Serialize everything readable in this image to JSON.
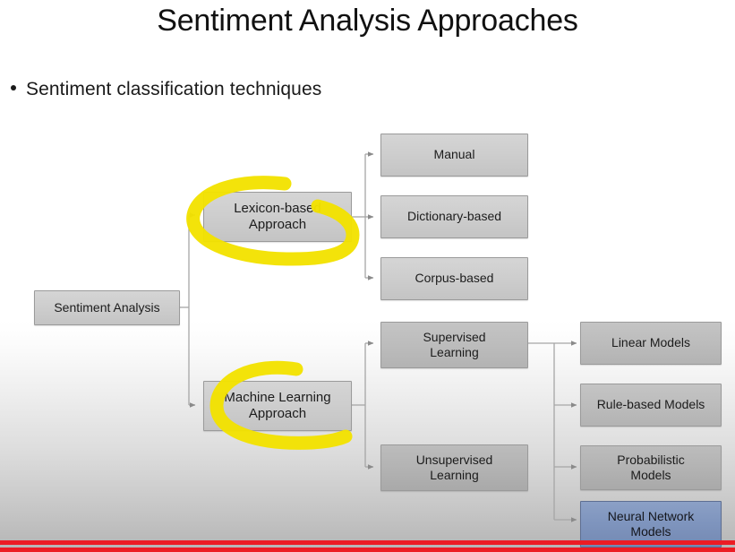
{
  "slide": {
    "title": "Sentiment Analysis Approaches",
    "bullet": "Sentiment classification techniques",
    "accent_red": "#ec1c24",
    "highlight_yellow": "#f5e400",
    "selected_blue": "#8196bf"
  },
  "diagram": {
    "root": {
      "label": "Sentiment Analysis"
    },
    "level1": [
      {
        "label": "Lexicon-based Approach",
        "line1": "Lexicon-based",
        "line2": "Approach",
        "highlighted": "yes"
      },
      {
        "label": "Machine Learning Approach",
        "line1": "Machine Learning",
        "line2": "Approach",
        "highlighted": "yes"
      }
    ],
    "lexicon_children": [
      {
        "label": "Manual"
      },
      {
        "label": "Dictionary-based"
      },
      {
        "label": "Corpus-based"
      }
    ],
    "ml_children": [
      {
        "line1": "Supervised",
        "line2": "Learning"
      },
      {
        "line1": "Unsupervised",
        "line2": "Learning"
      }
    ],
    "supervised_children": [
      {
        "label": "Linear Models",
        "line1": "Linear Models",
        "line2": ""
      },
      {
        "label": "Rule-based Models",
        "line1": "Rule-based Models",
        "line2": ""
      },
      {
        "label": "Probabilistic Models",
        "line1": "Probabilistic",
        "line2": "Models"
      },
      {
        "label": "Neural Network Models",
        "line1": "Neural Network",
        "line2": "Models",
        "selected": "yes"
      }
    ]
  }
}
